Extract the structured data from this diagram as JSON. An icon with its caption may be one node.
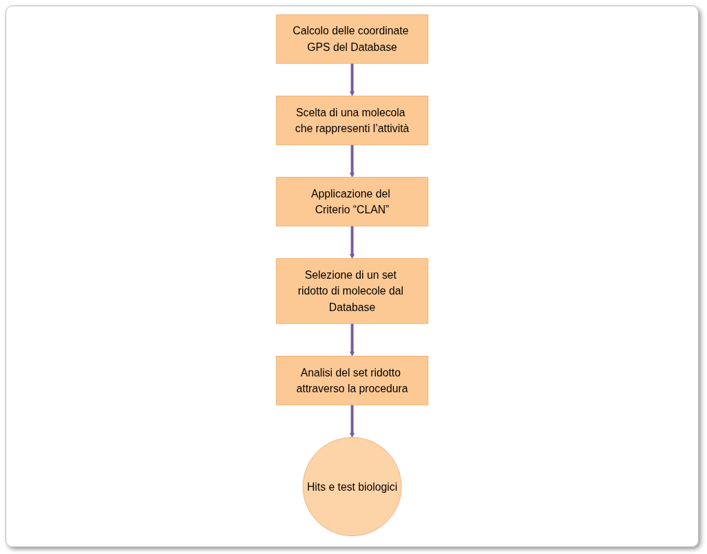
{
  "diagram": {
    "nodes": [
      {
        "text": [
          "Calcolo delle coordinate GPS del Database"
        ]
      },
      {
        "text": [
          "Scelta di una molecola che rappresenti l’attività"
        ]
      },
      {
        "text": [
          "Applicazione del Criterio “CLAN”"
        ]
      },
      {
        "text": [
          "Selezione di un set ridotto di molecole dal Database"
        ]
      },
      {
        "text": [
          "Analisi del set ridotto attraverso la procedura"
        ]
      },
      {
        "text": [
          "Hits e test biologici"
        ]
      }
    ],
    "edges": [
      {
        "from": 0,
        "to": 1,
        "arrow": "to"
      },
      {
        "from": 1,
        "to": 2,
        "arrow": "to"
      },
      {
        "from": 2,
        "to": 3,
        "arrow": "to"
      },
      {
        "from": 3,
        "to": 4,
        "arrow": "to"
      },
      {
        "from": 4,
        "to": 5,
        "arrow": "to"
      }
    ]
  }
}
